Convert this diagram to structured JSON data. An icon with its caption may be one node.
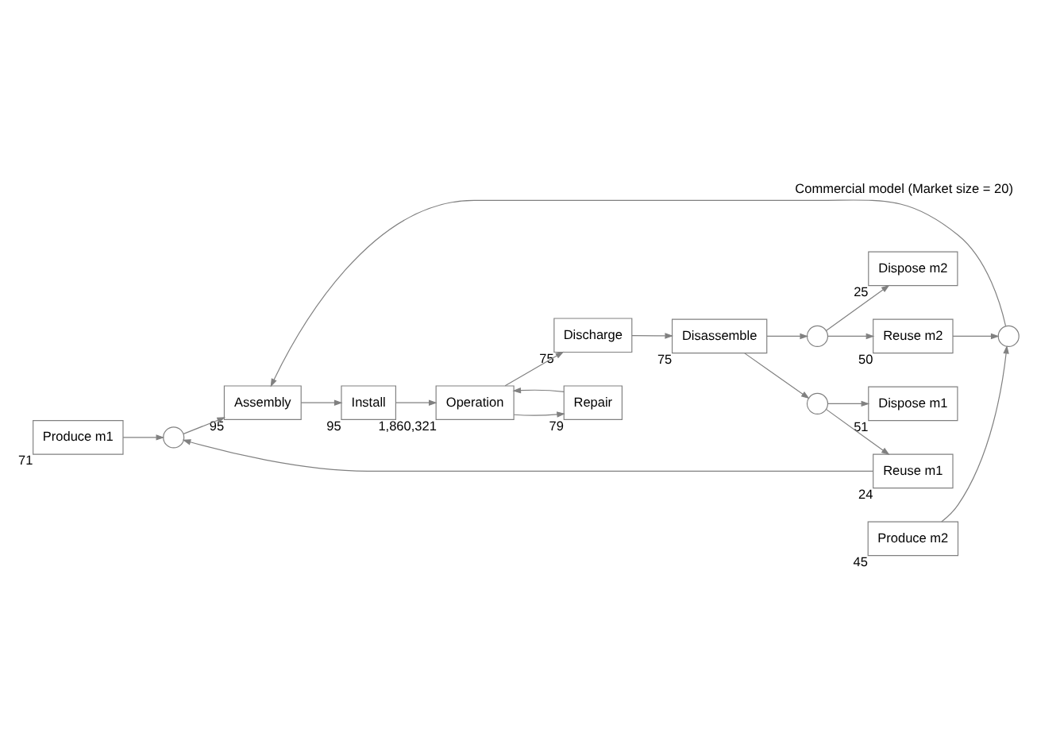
{
  "diagram": {
    "title": "Commercial model (Market size = 20)",
    "nodes": [
      {
        "text": [
          "Produce m1"
        ],
        "beside": [
          "71"
        ]
      },
      {
        "text": [],
        "shape": "circle"
      },
      {
        "text": [
          "Assembly"
        ],
        "beside": [
          "95"
        ]
      },
      {
        "text": [
          "Install"
        ],
        "beside": [
          "95"
        ]
      },
      {
        "text": [
          "Produce m2"
        ],
        "beside": [
          "45"
        ]
      },
      {
        "text": [],
        "shape": "circle"
      },
      {
        "text": [
          "Reuse m1"
        ],
        "beside": [
          "24"
        ]
      },
      {
        "text": [
          "Repair"
        ],
        "beside": [
          "79"
        ]
      },
      {
        "text": [
          "Operation"
        ],
        "beside": [
          "1,860,321"
        ]
      },
      {
        "text": [
          "Reuse m2"
        ],
        "beside": [
          "50"
        ]
      },
      {
        "text": [
          "Dispose m1"
        ],
        "beside": [
          "51"
        ]
      },
      {
        "text": [],
        "shape": "circle"
      },
      {
        "text": [
          "Disassemble"
        ],
        "beside": [
          "75"
        ]
      },
      {
        "text": [
          "Discharge"
        ],
        "beside": [
          "75"
        ]
      },
      {
        "text": [
          "Dispose m2"
        ],
        "beside": [
          "25"
        ]
      },
      {
        "text": [],
        "shape": "circle"
      }
    ],
    "edges": [
      {
        "from": 0,
        "to": 1,
        "arrow": "to"
      },
      {
        "from": 1,
        "to": 2,
        "arrow": "to"
      },
      {
        "from": 4,
        "to": 5,
        "arrow": "to"
      },
      {
        "from": 5,
        "to": 2,
        "arrow": "to"
      },
      {
        "from": 6,
        "to": 1,
        "arrow": "to"
      },
      {
        "from": 9,
        "to": 5,
        "arrow": "to"
      },
      {
        "from": 2,
        "to": 3,
        "arrow": "to"
      },
      {
        "from": 3,
        "to": 8,
        "arrow": "to"
      },
      {
        "from": 7,
        "to": 8,
        "arrow": "to"
      },
      {
        "from": 8,
        "to": 7,
        "arrow": "to"
      },
      {
        "from": 8,
        "to": 13,
        "arrow": "to"
      },
      {
        "from": 13,
        "to": 12,
        "arrow": "to"
      },
      {
        "from": 12,
        "to": 11,
        "arrow": "to"
      },
      {
        "from": 12,
        "to": 15,
        "arrow": "to"
      },
      {
        "from": 11,
        "to": 10,
        "arrow": "to"
      },
      {
        "from": 11,
        "to": 6,
        "arrow": "to"
      },
      {
        "from": 15,
        "to": 14,
        "arrow": "to"
      },
      {
        "from": 15,
        "to": 9,
        "arrow": "to"
      }
    ]
  }
}
